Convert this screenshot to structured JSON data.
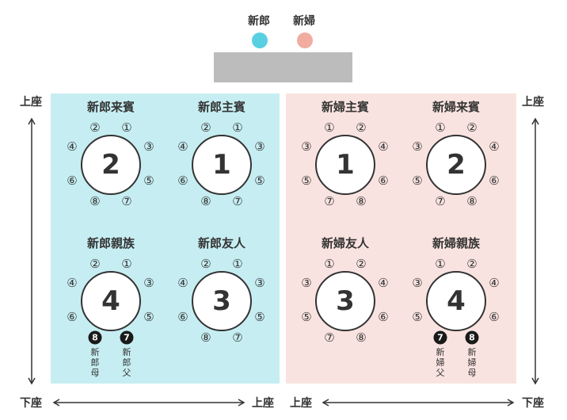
{
  "couple": {
    "groom_label": "新郎",
    "bride_label": "新婦",
    "groom_color": "#58d0e2",
    "bride_color": "#f1aca0",
    "head_table_color": "#bcbcbc"
  },
  "zones": {
    "groom_color": "#c6eef2",
    "bride_color": "#f9e3e0"
  },
  "position_labels": {
    "left_top": "上座",
    "right_top": "上座",
    "bottom_left_corner": "下座",
    "bottom_left_mid": "上座",
    "bottom_right_mid": "上座",
    "bottom_right_corner": "下座"
  },
  "groups": [
    {
      "title": "新郎来賓",
      "table_number": "2",
      "seats_top": [
        "②",
        "①"
      ],
      "seats_mid1": [
        "④",
        "③"
      ],
      "seats_mid2": [
        "⑥",
        "⑤"
      ],
      "seats_bottom": [
        "⑧",
        "⑦"
      ]
    },
    {
      "title": "新郎主賓",
      "table_number": "1",
      "seats_top": [
        "②",
        "①"
      ],
      "seats_mid1": [
        "④",
        "③"
      ],
      "seats_mid2": [
        "⑥",
        "⑤"
      ],
      "seats_bottom": [
        "⑧",
        "⑦"
      ]
    },
    {
      "title": "新婦主賓",
      "table_number": "1",
      "seats_top": [
        "①",
        "②"
      ],
      "seats_mid1": [
        "③",
        "④"
      ],
      "seats_mid2": [
        "⑤",
        "⑥"
      ],
      "seats_bottom": [
        "⑦",
        "⑧"
      ]
    },
    {
      "title": "新婦来賓",
      "table_number": "2",
      "seats_top": [
        "①",
        "②"
      ],
      "seats_mid1": [
        "③",
        "④"
      ],
      "seats_mid2": [
        "⑤",
        "⑥"
      ],
      "seats_bottom": [
        "⑦",
        "⑧"
      ]
    },
    {
      "title": "新郎親族",
      "table_number": "4",
      "seats_top": [
        "②",
        "①"
      ],
      "seats_mid1": [
        "④",
        "③"
      ],
      "seats_mid2": [
        "⑥",
        "⑤"
      ],
      "seats_bottom": [
        "8",
        "7"
      ],
      "bottom_labels": [
        "新郎母",
        "新郎父"
      ]
    },
    {
      "title": "新郎友人",
      "table_number": "3",
      "seats_top": [
        "②",
        "①"
      ],
      "seats_mid1": [
        "④",
        "③"
      ],
      "seats_mid2": [
        "⑥",
        "⑤"
      ],
      "seats_bottom": [
        "⑧",
        "⑦"
      ]
    },
    {
      "title": "新婦友人",
      "table_number": "3",
      "seats_top": [
        "①",
        "②"
      ],
      "seats_mid1": [
        "③",
        "④"
      ],
      "seats_mid2": [
        "⑤",
        "⑥"
      ],
      "seats_bottom": [
        "⑦",
        "⑧"
      ]
    },
    {
      "title": "新婦親族",
      "table_number": "4",
      "seats_top": [
        "①",
        "②"
      ],
      "seats_mid1": [
        "③",
        "④"
      ],
      "seats_mid2": [
        "⑤",
        "⑥"
      ],
      "seats_bottom": [
        "7",
        "8"
      ],
      "bottom_labels": [
        "新婦父",
        "新婦母"
      ]
    }
  ]
}
